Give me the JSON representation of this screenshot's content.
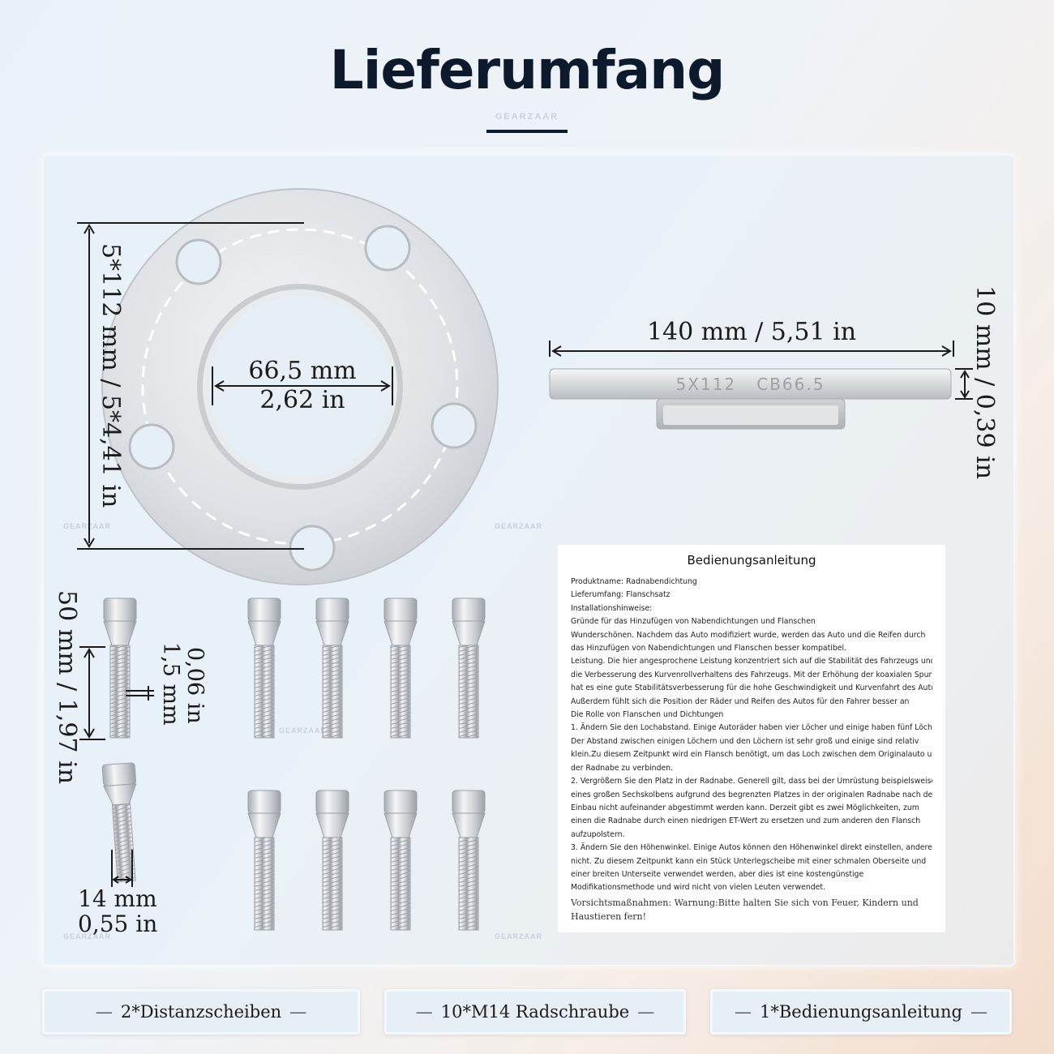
{
  "header": {
    "title": "Lieferumfang",
    "watermark": "GEARZAAR"
  },
  "spacer_front": {
    "diameter_label": "5*112 mm / 5*4,41 in",
    "center_bore_mm": "66,5 mm",
    "center_bore_in": "2,62 in"
  },
  "spacer_side": {
    "width_label": "140 mm / 5,51 in",
    "thickness_label": "10 mm / 0,39 in",
    "engraving_left": "5X112",
    "engraving_right": "CB66.5"
  },
  "bolt": {
    "length_label": "50 mm / 1,97 in",
    "thread_pitch_mm": "1,5 mm",
    "thread_pitch_in": "0,06 in",
    "width_mm": "14 mm",
    "width_in": "0,55 in"
  },
  "manual": {
    "title": "Bedienungsanleitung",
    "lines": [
      "Produktname: Radnabendichtung",
      "Lieferumfang: Flanschsatz",
      "Installationshinweise:",
      "Gründe für das Hinzufügen von Nabendichtungen und Flanschen",
      "Wunderschönen. Nachdem das Auto modifiziert wurde, werden das Auto und die Reifen durch",
      "das Hinzufügen von Nabendichtungen und Flanschen besser kompatibel.",
      "Leistung. Die hier angesprochene Leistung konzentriert sich auf die Stabilität des Fahrzeugs und",
      "die Verbesserung des Kurvenrollverhaltens des Fahrzeugs. Mit der Erhöhung der koaxialen Spur",
      "hat es eine gute Stabilitätsverbesserung für die hohe Geschwindigkeit und Kurvenfahrt des Autos.",
      "Außerdem fühlt sich die Position der Räder und Reifen des Autos für den Fahrer besser an",
      "Die Rolle von Flanschen und Dichtungen",
      "1. Ändern Sie den Lochabstand. Einige Autoräder haben vier Löcher und einige haben fünf Löcher.",
      "Der Abstand zwischen einigen Löchern und den Löchern ist sehr groß und einige sind relativ",
      "klein.Zu diesem Zeitpunkt wird ein Flansch benötigt, um das Loch zwischen dem Originalauto und",
      "der Radnabe zu verbinden.",
      "2. Vergrößern Sie den Platz in der Radnabe. Generell gilt, dass bei der Umrüstung beispielsweise",
      "eines großen Sechskolbens aufgrund des begrenzten Platzes in der originalen Radnabe nach dem",
      "Einbau nicht aufeinander abgestimmt werden kann. Derzeit gibt es zwei Möglichkeiten, zum",
      "einen die Radnabe durch einen niedrigen ET-Wert zu ersetzen und zum anderen den Flansch",
      "aufzupolstern.",
      "3. Ändern Sie den Höhenwinkel. Einige Autos können den Höhenwinkel direkt einstellen, andere",
      "nicht. Zu diesem Zeitpunkt kann ein Stück Unterlegscheibe mit einer schmalen Oberseite und",
      "einer breiten Unterseite verwendet werden, aber dies ist eine kostengünstige",
      "Modifikationsmethode und wird nicht von vielen Leuten verwendet."
    ],
    "warning": "Vorsichtsmaßnahmen: Warnung:Bitte halten Sie sich von Feuer, Kindern und Haustieren fern!"
  },
  "footer": {
    "item1": "2*Distanzscheiben",
    "item2": "10*M14 Radschraube",
    "item3": "1*Bedienungsanleitung",
    "dash": "—"
  },
  "colors": {
    "title": "#0d1a2b",
    "metal_light": "#e4e6e9",
    "metal_dark": "#a9adb2"
  }
}
